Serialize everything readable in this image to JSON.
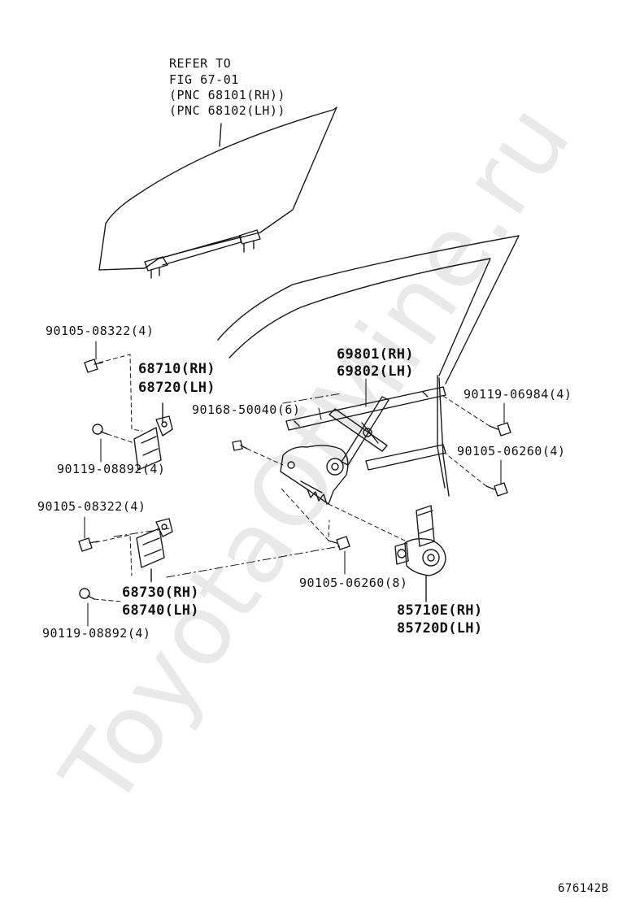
{
  "watermark": "ToyotaOfMine.ru",
  "labels": {
    "refer_1": "REFER TO",
    "refer_2": "FIG 67-01",
    "refer_3": "(PNC 68101(RH))",
    "refer_4": "(PNC 68102(LH))",
    "bolt_top_left": "90105-08322(4)",
    "guide_upper_rh": "68710(RH)",
    "guide_upper_lh": "68720(LH)",
    "screw_upper_left": "90119-08892(4)",
    "bolt_mid_left": "90105-08322(4)",
    "guide_lower_rh": "68730(RH)",
    "guide_lower_lh": "68740(LH)",
    "screw_lower_left": "90119-08892(4)",
    "regulator_rh": "69801(RH)",
    "regulator_lh": "69802(LH)",
    "bolt_regulator": "90168-50040(6)",
    "screw_right": "90119-06984(4)",
    "bolt_right": "90105-06260(4)",
    "bolt_bottom": "90105-06260(8)",
    "motor_rh": "85710E(RH)",
    "motor_lh": "85720D(LH)",
    "figure_code": "676142B"
  }
}
